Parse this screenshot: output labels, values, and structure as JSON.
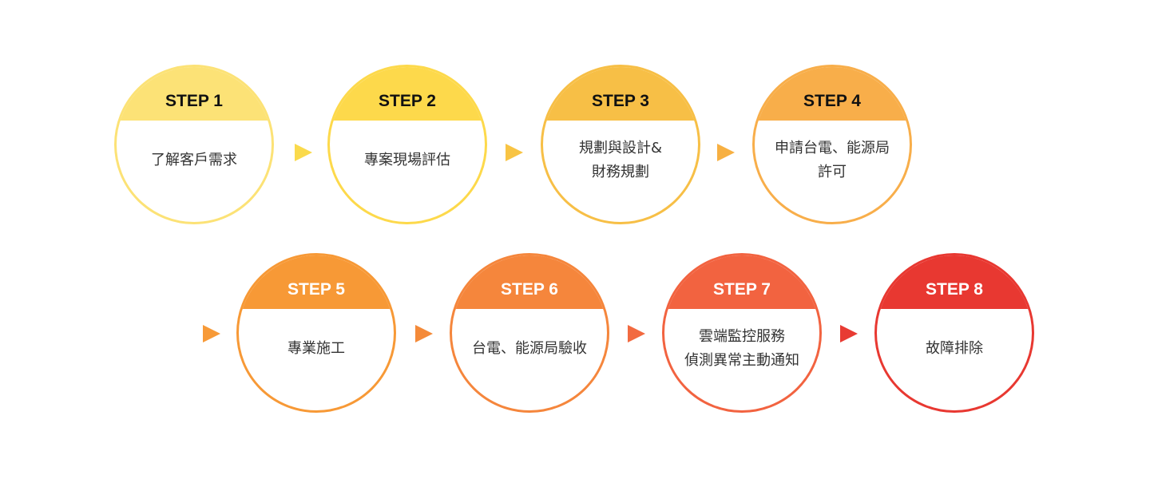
{
  "steps": [
    {
      "label": "STEP 1",
      "lines": [
        "了解客戶需求"
      ],
      "color": "#FCE276",
      "cap_text": "#111111"
    },
    {
      "label": "STEP 2",
      "lines": [
        "專案現場評估"
      ],
      "color": "#FDD94B",
      "cap_text": "#111111"
    },
    {
      "label": "STEP 3",
      "lines": [
        "規劃與設計&",
        "財務規劃"
      ],
      "color": "#F7BF46",
      "cap_text": "#111111"
    },
    {
      "label": "STEP 4",
      "lines": [
        "申請台電、能源局",
        "許可"
      ],
      "color": "#F8AE4A",
      "cap_text": "#111111"
    },
    {
      "label": "STEP 5",
      "lines": [
        "專業施工"
      ],
      "color": "#F79936",
      "cap_text": "#ffffff"
    },
    {
      "label": "STEP 6",
      "lines": [
        "台電、能源局驗收"
      ],
      "color": "#F5863C",
      "cap_text": "#ffffff"
    },
    {
      "label": "STEP 7",
      "lines": [
        "雲端監控服務",
        "偵測異常主動通知"
      ],
      "color": "#F26340",
      "cap_text": "#ffffff"
    },
    {
      "label": "STEP 8",
      "lines": [
        "故障排除"
      ],
      "color": "#E83831",
      "cap_text": "#ffffff"
    }
  ],
  "arrow_colors": [
    "#FADA4C",
    "#F8C444",
    "#F7B042",
    "#F79A38",
    "#F48A39",
    "#F26A40",
    "#E83B33"
  ]
}
